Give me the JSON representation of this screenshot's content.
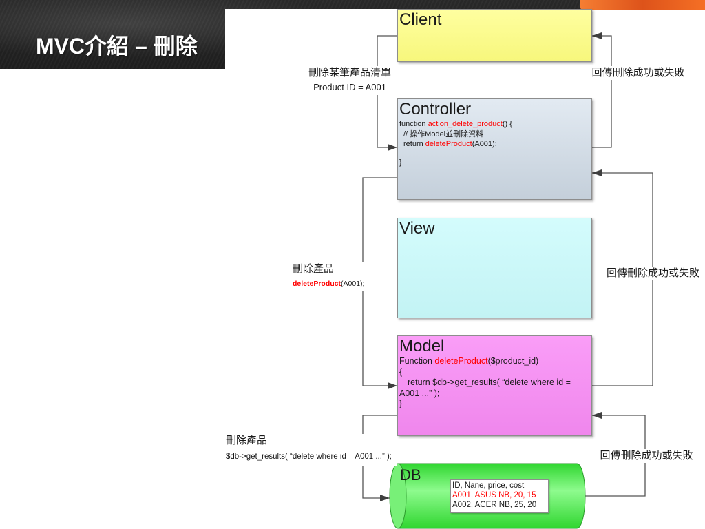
{
  "slide": {
    "title": "MVC介紹 – 刪除",
    "colors": {
      "header": "#2a2a2a",
      "accent": "#ee6a23",
      "title_text": "#ffffff"
    }
  },
  "diagram": {
    "highlight_color": "#ff0000",
    "client": {
      "title": "Client",
      "fill": "#ffff80"
    },
    "controller": {
      "title": "Controller",
      "fill": "#d3dfeb",
      "code": [
        {
          "pre": "function ",
          "hl": "action_delete_product",
          "post": "() {"
        },
        {
          "text": "// 操作Model並刪除資料"
        },
        {
          "pre": "return ",
          "hl": "deleteProduct",
          "post": "(A001);"
        },
        {
          "text": "}"
        }
      ]
    },
    "view": {
      "title": "View",
      "fill": "#c9fbfc"
    },
    "model": {
      "title": "Model",
      "fill": "#f98cf6",
      "code": [
        {
          "pre": "Function ",
          "hl": "deleteProduct",
          "post": "($product_id)"
        },
        {
          "text": "{"
        },
        {
          "text": "return $db->get_results( “delete where id ="
        },
        {
          "text": "A001 ...” );"
        },
        {
          "text": "}"
        }
      ]
    },
    "db": {
      "title": "DB",
      "fill": "#30d630",
      "table": {
        "header": "ID, Nane, price, cost",
        "deleted_row": "A001, ASUS NB, 20, 15",
        "row": "A002, ACER NB, 25, 20"
      }
    },
    "arrows": {
      "client_to_controller": {
        "line1": "刪除某筆產品清單",
        "line2": "Product ID = A001"
      },
      "controller_to_client": {
        "label": "回傳刪除成功或失敗"
      },
      "controller_to_model": {
        "line1": "刪除產品",
        "call_hl": "deleteProduct",
        "call_post": "(A001);"
      },
      "model_to_controller": {
        "label": "回傳刪除成功或失敗"
      },
      "model_to_db": {
        "line1": "刪除產品",
        "query": "$db->get_results( “delete where id = A001 ...” );"
      },
      "db_to_model": {
        "label": "回傳刪除成功或失敗"
      }
    }
  }
}
